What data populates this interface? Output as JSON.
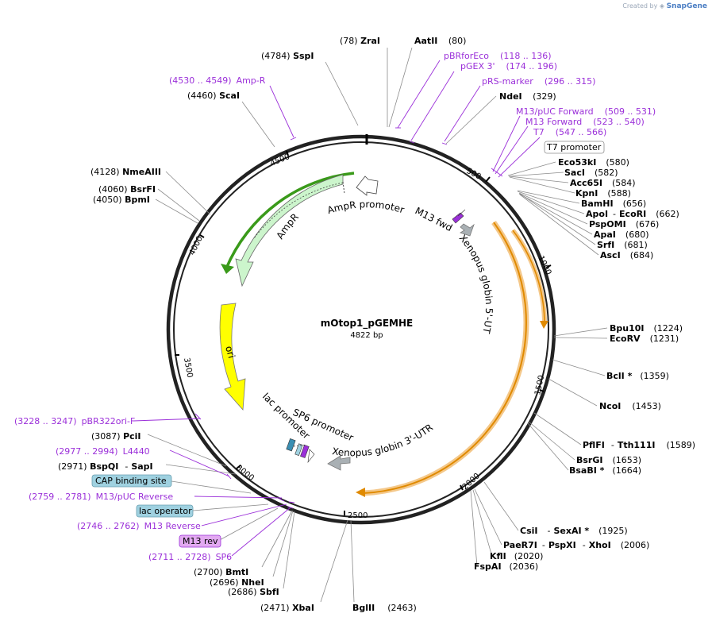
{
  "credit": {
    "prefix": "Created by",
    "brand": "SnapGene"
  },
  "map": {
    "name": "mOtop1_pGEMHE",
    "size_label": "4822 bp",
    "ticks": [
      "500",
      "1000",
      "1500",
      "2000",
      "2500",
      "3000",
      "3500",
      "4000",
      "4500"
    ]
  },
  "sites": {
    "ZraI": {
      "pos": "(78)",
      "name": "ZraI"
    },
    "AatII": {
      "pos": "(80)",
      "name": "AatII"
    },
    "SspI": {
      "pos": "(4784)",
      "name": "SspI"
    },
    "ScaI": {
      "pos": "(4460)",
      "name": "ScaI"
    },
    "NdeI": {
      "pos": "(329)",
      "name": "NdeI"
    },
    "NmeAIII": {
      "pos": "(4128)",
      "name": "NmeAIII"
    },
    "BsrFI": {
      "pos": "(4060)",
      "name": "BsrFI"
    },
    "BpmI": {
      "pos": "(4050)",
      "name": "BpmI"
    },
    "Eco53kI": {
      "name": "Eco53kI",
      "pos": "(580)"
    },
    "SacI": {
      "name": "SacI",
      "pos": "(582)"
    },
    "Acc65I": {
      "name": "Acc65I",
      "pos": "(584)"
    },
    "KpnI": {
      "name": "KpnI",
      "pos": "(588)"
    },
    "BamHI": {
      "name": "BamHI",
      "pos": "(656)"
    },
    "ApoI": {
      "name": "ApoI",
      "sep": "-",
      "name2": "EcoRI",
      "pos": "(662)"
    },
    "PspOMI": {
      "name": "PspOMI",
      "pos": "(676)"
    },
    "ApaI": {
      "name": "ApaI",
      "pos": "(680)"
    },
    "SrfI": {
      "name": "SrfI",
      "pos": "(681)"
    },
    "AscI": {
      "name": "AscI",
      "pos": "(684)"
    },
    "Bpu10I": {
      "name": "Bpu10I",
      "pos": "(1224)"
    },
    "EcoRV": {
      "name": "EcoRV",
      "pos": "(1231)"
    },
    "BclI": {
      "name": "BclI *",
      "pos": "(1359)"
    },
    "NcoI": {
      "name": "NcoI",
      "pos": "(1453)"
    },
    "PflFI": {
      "name": "PflFI",
      "sep": "-",
      "name2": "Tth111I",
      "pos": "(1589)"
    },
    "BsrGI": {
      "name": "BsrGI",
      "pos": "(1653)"
    },
    "BsaBI": {
      "name": "BsaBI *",
      "pos": "(1664)"
    },
    "CsiI": {
      "name": "CsiI",
      "sep": "-",
      "name2": "SexAI *",
      "pos": "(1925)"
    },
    "PaeR7I": {
      "name": "PaeR7I",
      "sep": "-",
      "name2": "PspXI",
      "sep2": "-",
      "name3": "XhoI",
      "pos": "(2006)"
    },
    "KflI": {
      "name": "KflI",
      "pos": "(2020)"
    },
    "FspAI": {
      "name": "FspAI",
      "pos": "(2036)"
    },
    "PciI": {
      "pos": "(3087)",
      "name": "PciI"
    },
    "BspQI": {
      "pos": "(2971)",
      "name": "BspQI",
      "sep": "-",
      "name2": "SapI"
    },
    "BmtI": {
      "pos": "(2700)",
      "name": "BmtI"
    },
    "NheI": {
      "pos": "(2696)",
      "name": "NheI"
    },
    "SbfI": {
      "pos": "(2686)",
      "name": "SbfI"
    },
    "XbaI": {
      "pos": "(2471)",
      "name": "XbaI"
    },
    "BglII": {
      "name": "BglII",
      "pos": "(2463)"
    }
  },
  "primers": {
    "pBRforEco": {
      "name": "pBRforEco",
      "range": "(118 .. 136)"
    },
    "pGEX3": {
      "name": "pGEX 3'",
      "range": "(174 .. 196)"
    },
    "pRSmarker": {
      "name": "pRS-marker",
      "range": "(296 .. 315)"
    },
    "AmpR": {
      "range": "(4530 .. 4549)",
      "name": "Amp-R"
    },
    "M13pUCFwd": {
      "name": "M13/pUC Forward",
      "range": "(509 .. 531)"
    },
    "M13Fwd": {
      "name": "M13 Forward",
      "range": "(523 .. 540)"
    },
    "T7": {
      "name": "T7",
      "range": "(547 .. 566)"
    },
    "pBR322ori": {
      "range": "(3228 .. 3247)",
      "name": "pBR322ori-F"
    },
    "L4440": {
      "range": "(2977 .. 2994)",
      "name": "L4440"
    },
    "M13pUCRev": {
      "range": "(2759 .. 2781)",
      "name": "M13/pUC Reverse"
    },
    "M13Rev": {
      "range": "(2746 .. 2762)",
      "name": "M13 Reverse"
    },
    "SP6": {
      "range": "(2711 .. 2728)",
      "name": "SP6"
    }
  },
  "boxes": {
    "t7_promoter": "T7 promoter",
    "cap_site": "CAP binding site",
    "lac_operator": "lac operator",
    "m13_rev": "M13 rev"
  },
  "features": {
    "ampr_promoter": "AmpR promoter",
    "ampr": "AmpR",
    "ori": "ori",
    "lac_promoter": "lac promoter",
    "sp6_promoter": "SP6 promoter",
    "xen3": "Xenopus globin 3'-UTR",
    "xen5": "Xenopus globin 5'-UTR",
    "m13fwd": "M13 fwd"
  },
  "colors": {
    "backbone": "#222222",
    "ampr": "#ccf5cc",
    "ampr_arc": "#3a9a1a",
    "ori": "#ffff00",
    "utr3": "#e08a00",
    "primer": "#9b30d9",
    "lead": "#8c8c8c",
    "box_blue": "#9fd1e0",
    "box_purple": "#e2a9f1"
  }
}
